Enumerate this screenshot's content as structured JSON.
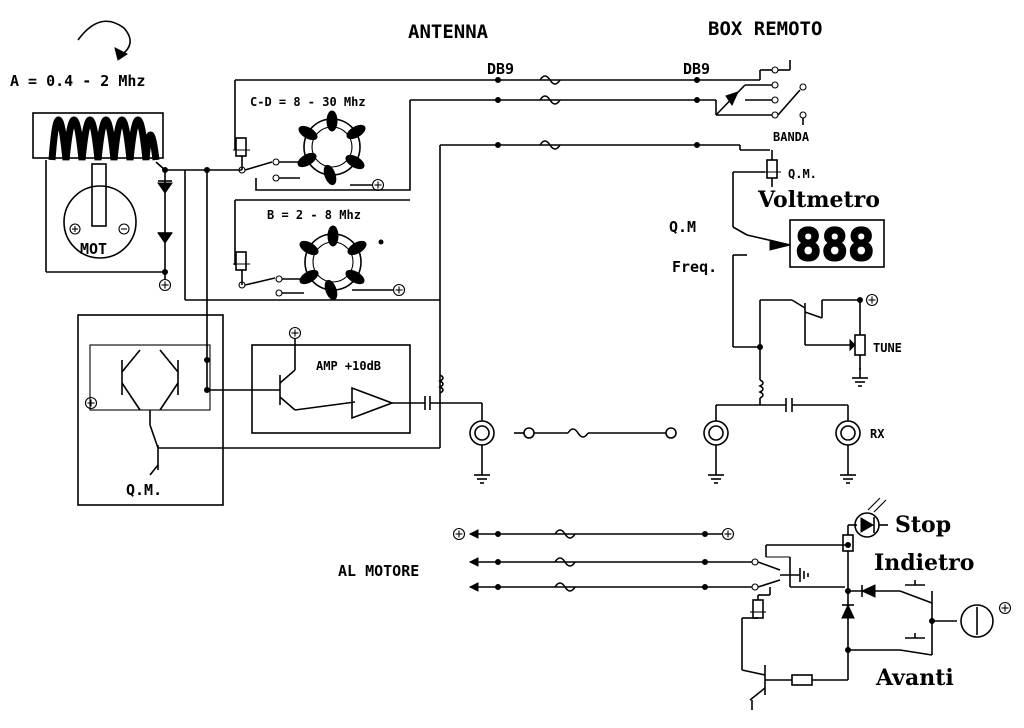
{
  "labels": {
    "antenna": "ANTENNA",
    "box_remoto": "BOX REMOTO",
    "db9_left": "DB9",
    "db9_right": "DB9",
    "band_a": "A = 0.4 - 2 Mhz",
    "band_cd": "C-D = 8 - 30 Mhz",
    "band_b": "B = 2 - 8 Mhz",
    "mot": "MOT",
    "banda": "BANDA",
    "qm_relay": "Q.M.",
    "voltmetro": "Voltmetro",
    "display_digits": "888",
    "qm_switch": "Q.M",
    "freq": "Freq.",
    "tune": "TUNE",
    "amp": "AMP +10dB",
    "qm_box": "Q.M.",
    "rx": "RX",
    "al_motore": "AL MOTORE",
    "stop": "Stop",
    "indietro": "Indietro",
    "avanti": "Avanti",
    "plus": "+",
    "minus": "−"
  }
}
